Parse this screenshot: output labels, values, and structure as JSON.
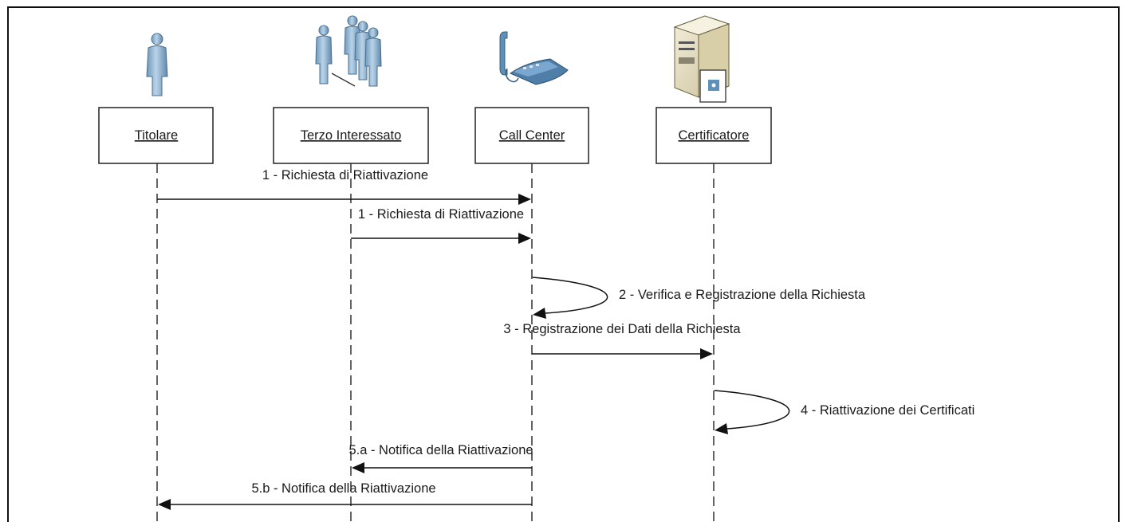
{
  "participants": {
    "titolare": "Titolare",
    "terzo": "Terzo Interessato",
    "callcenter": "Call Center",
    "certificatore": "Certificatore"
  },
  "messages": {
    "m1a": "1 - Richiesta di Riattivazione",
    "m1b": "1 - Richiesta di Riattivazione",
    "m2": "2 - Verifica e Registrazione della Richiesta",
    "m3": "3 - Registrazione dei Dati della Richiesta",
    "m4": "4 - Riattivazione dei Certificati",
    "m5a": "5.a - Notifica della Riattivazione",
    "m5b": "5.b - Notifica della Riattivazione"
  },
  "icons": {
    "titolare": "person-icon",
    "terzo": "group-of-people-icon",
    "callcenter": "telephone-icon",
    "certificatore": "server-icon"
  },
  "colors": {
    "person_fill": "#8fb3d0",
    "person_stroke": "#4a6f8e",
    "phone_fill": "#5f90b8",
    "server_fill": "#e8e0c0"
  }
}
